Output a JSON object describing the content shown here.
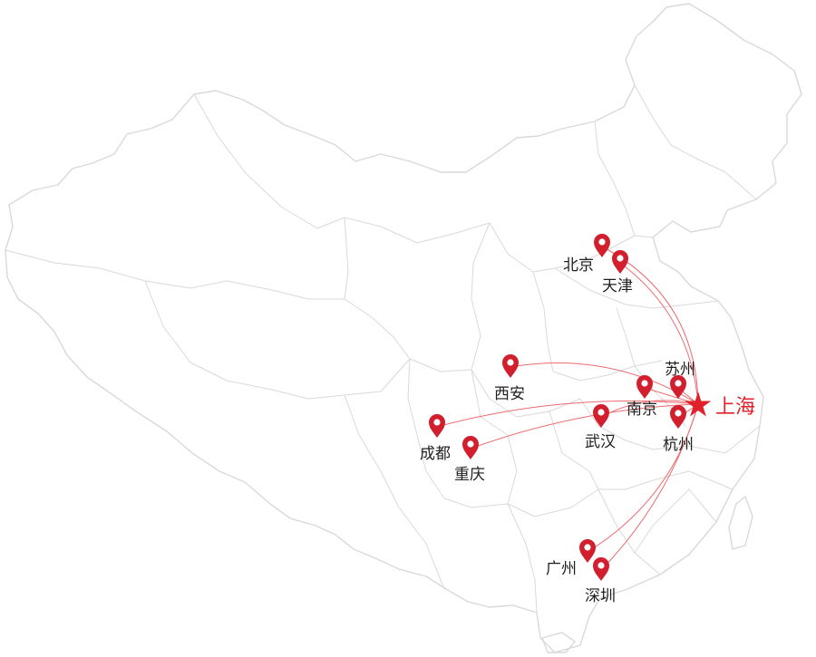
{
  "map": {
    "hub": {
      "name": "上海",
      "color": "#e0202a"
    },
    "route_color": "#ec6b6f",
    "pin_color": "#d21f2d",
    "border_color": "#d9d9d9",
    "land_color": "#ffffff",
    "cities": [
      {
        "id": "beijing",
        "name": "北京"
      },
      {
        "id": "tianjin",
        "name": "天津"
      },
      {
        "id": "suzhou",
        "name": "苏州"
      },
      {
        "id": "xian",
        "name": "西安"
      },
      {
        "id": "nanjing",
        "name": "南京"
      },
      {
        "id": "wuhan",
        "name": "武汉"
      },
      {
        "id": "hangzhou",
        "name": "杭州"
      },
      {
        "id": "chengdu",
        "name": "成都"
      },
      {
        "id": "chongqing",
        "name": "重庆"
      },
      {
        "id": "guangzhou",
        "name": "广州"
      },
      {
        "id": "shenzhen",
        "name": "深圳"
      }
    ]
  }
}
